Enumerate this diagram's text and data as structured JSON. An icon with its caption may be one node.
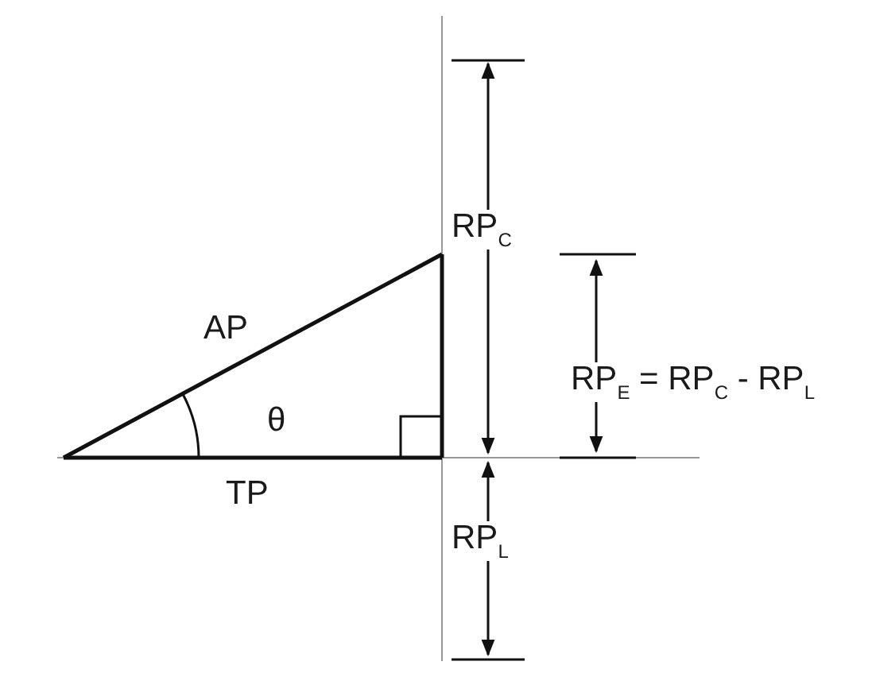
{
  "diagram": {
    "labels": [
      "RP$_{C}$",
      "AP",
      "RP$_{E}$ = RP$_{C}$ - RP$_{L}$",
      "θ",
      "TP",
      "RP$_{L}$"
    ]
  }
}
